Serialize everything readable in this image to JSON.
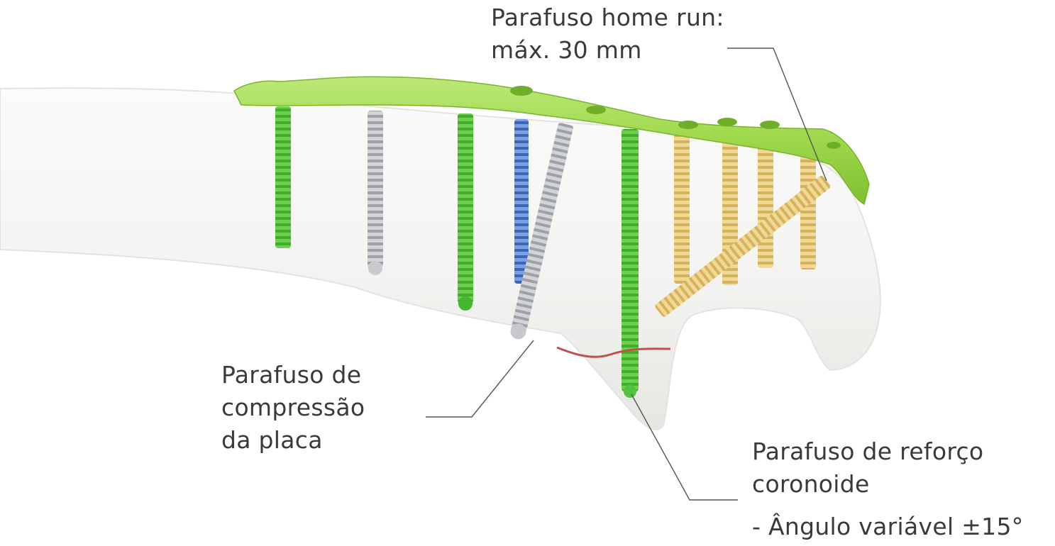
{
  "labels": {
    "home_run": {
      "line1": "Parafuso home run:",
      "line2": "máx. 30 mm"
    },
    "compression": {
      "line1": "Parafuso de",
      "line2": "compressão",
      "line3": "da placa"
    },
    "coronoid": {
      "line1": "Parafuso de reforço",
      "line2": "coronoide"
    },
    "angle_note": "- Ângulo variável ±15°"
  },
  "colors": {
    "text": "#3a3a3a",
    "leader_line": "#555555",
    "plate_green": "#9ed84a",
    "locking_screw_green": "#52c23c",
    "cortical_screw_gray": "#b9bcc0",
    "blue_screw": "#4a78c8",
    "gold_screw": "#e0c06a",
    "bone": "#f2f2f0",
    "fracture_line": "#c0504d"
  }
}
